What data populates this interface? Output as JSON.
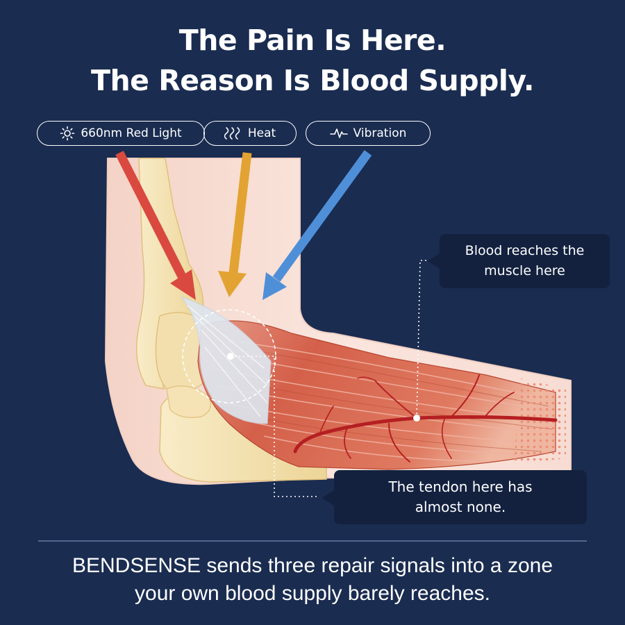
{
  "headline": {
    "line1": "The Pain Is Here.",
    "line2": "The Reason Is Blood Supply."
  },
  "signals": [
    {
      "label": "660nm Red Light",
      "icon": "sun-icon",
      "color": "#d9493f"
    },
    {
      "label": "Heat",
      "icon": "heat-waves-icon",
      "color": "#e3a332"
    },
    {
      "label": "Vibration",
      "icon": "pulse-icon",
      "color": "#4f8fd8"
    }
  ],
  "callouts": {
    "muscle": {
      "line1": "Blood reaches the",
      "line2": "muscle here"
    },
    "tendon": {
      "line1": "The tendon here has",
      "line2": "almost none."
    }
  },
  "footer": {
    "line1": "BENDSENSE sends three repair signals into a zone",
    "line2": "your own blood supply barely reaches."
  },
  "colors": {
    "background": "#1a2c50",
    "skin": "#f6d9cf",
    "bone": "#f3ddaa",
    "muscle": "#d5634a",
    "tendon": "#dfe6ee",
    "vessel": "#b82222"
  }
}
